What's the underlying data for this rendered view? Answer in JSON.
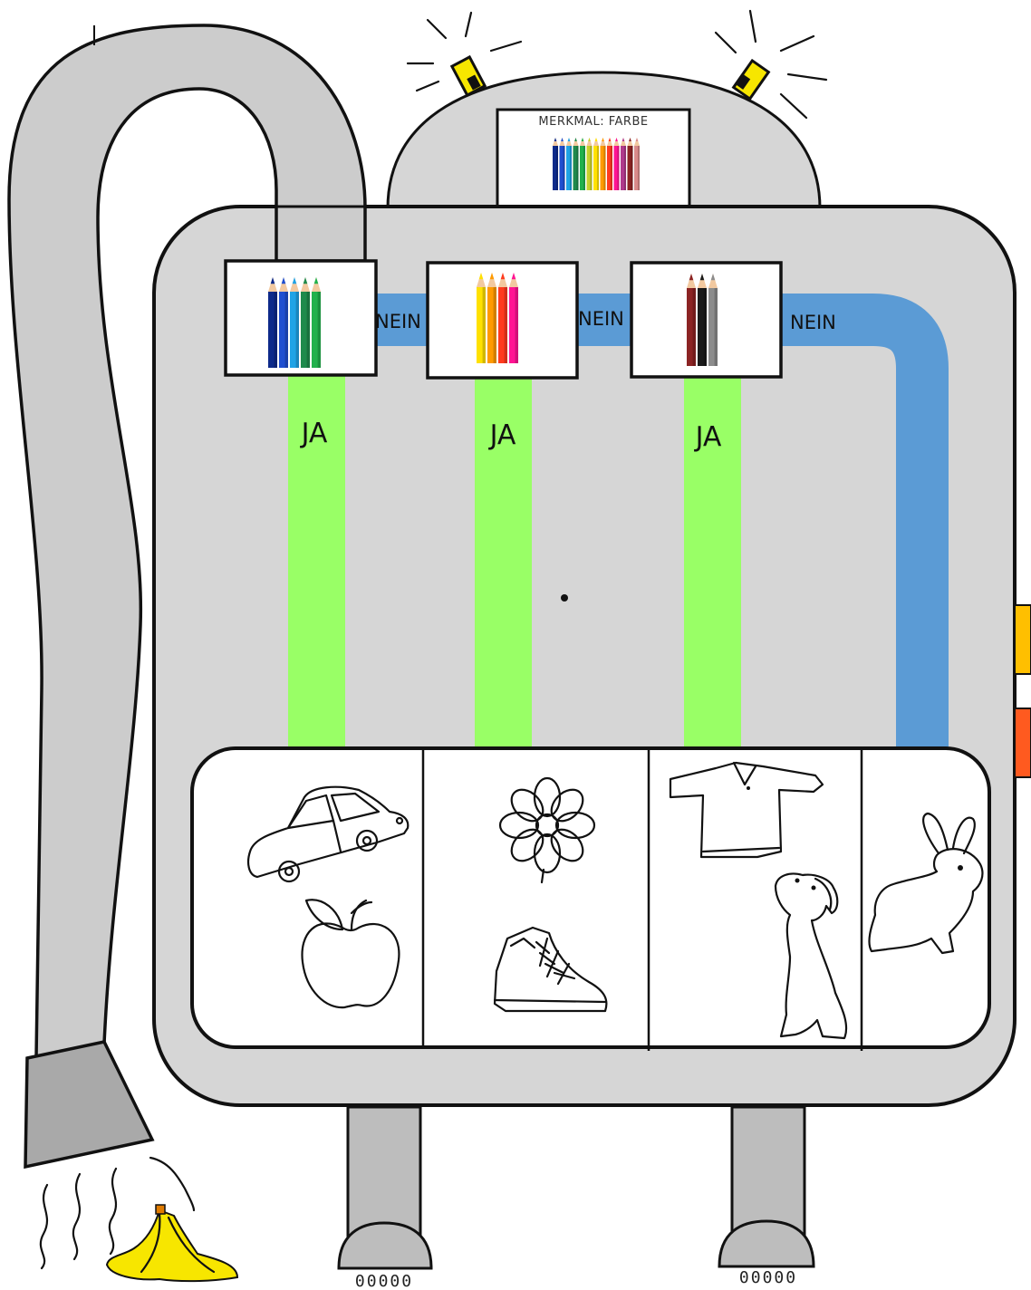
{
  "header": {
    "title": "MERKMAL: FARBE"
  },
  "sorters": [
    {
      "id": "blue-green",
      "yes_label": "JA",
      "no_label": "NEIN",
      "pencil_colors": [
        "#0d2a8a",
        "#1f4fd0",
        "#1fa3e6",
        "#1f8a4c",
        "#22b14c"
      ]
    },
    {
      "id": "warm",
      "yes_label": "JA",
      "no_label": "NEIN",
      "pencil_colors": [
        "#ffe100",
        "#ff9a00",
        "#ff3b1f",
        "#ff1493"
      ]
    },
    {
      "id": "dark",
      "yes_label": "JA",
      "no_label": "NEIN",
      "pencil_colors": [
        "#8b2323",
        "#1a1a1a",
        "#8c8c8c"
      ]
    }
  ],
  "title_pencil_colors": [
    "#0d2a8a",
    "#1f4fd0",
    "#1fa3e6",
    "#1f8a4c",
    "#22b14c",
    "#c7d12b",
    "#ffe100",
    "#ff9a00",
    "#ff3b1f",
    "#ff1493",
    "#b03a8c",
    "#8b2323",
    "#d98a8a"
  ],
  "bins": [
    {
      "items": [
        "car",
        "apple"
      ]
    },
    {
      "items": [
        "flower",
        "boot"
      ]
    },
    {
      "items": [
        "sweater",
        "dog"
      ]
    },
    {
      "items": [
        "rabbit"
      ]
    }
  ],
  "colors": {
    "body": "#d6d6d6",
    "yes_path": "#99ff66",
    "no_path": "#5b9bd5",
    "hose": "#cccccc",
    "legs": "#bdbdbd",
    "lamp": "#f7e600",
    "side_button_top": "#ffbf00",
    "side_button_bottom": "#ff5a1f"
  },
  "feet": {
    "bolts_left": "00000",
    "bolts_right": "00000"
  }
}
